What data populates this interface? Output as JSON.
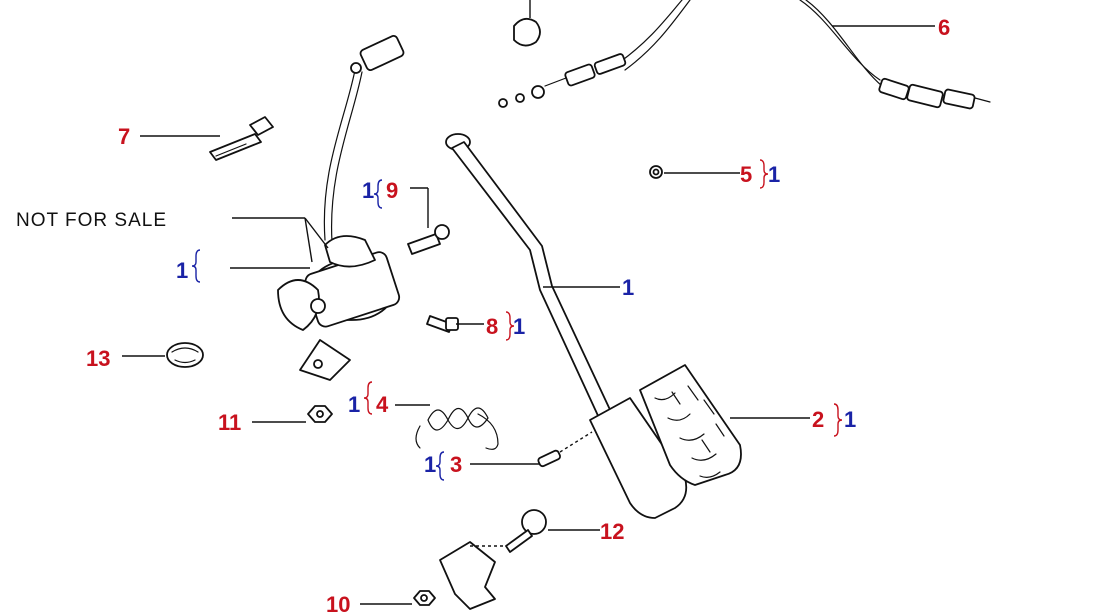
{
  "notice": "NOT FOR SALE",
  "callouts": {
    "c1_pedal": "1",
    "c2": "2",
    "c2_qty": "1",
    "c3": "3",
    "c3_qty": "1",
    "c4": "4",
    "c4_qty": "1",
    "c5": "5",
    "c5_qty": "1",
    "c6": "6",
    "c7": "7",
    "c8": "8",
    "c8_qty": "1",
    "c9": "9",
    "c9_qty": "1",
    "c10": "10",
    "c11": "11",
    "c12": "12",
    "c13": "13",
    "actuator_qty": "1"
  },
  "colors": {
    "part_number": "#c8121e",
    "quantity": "#1a23a6",
    "line_art": "#111111"
  }
}
